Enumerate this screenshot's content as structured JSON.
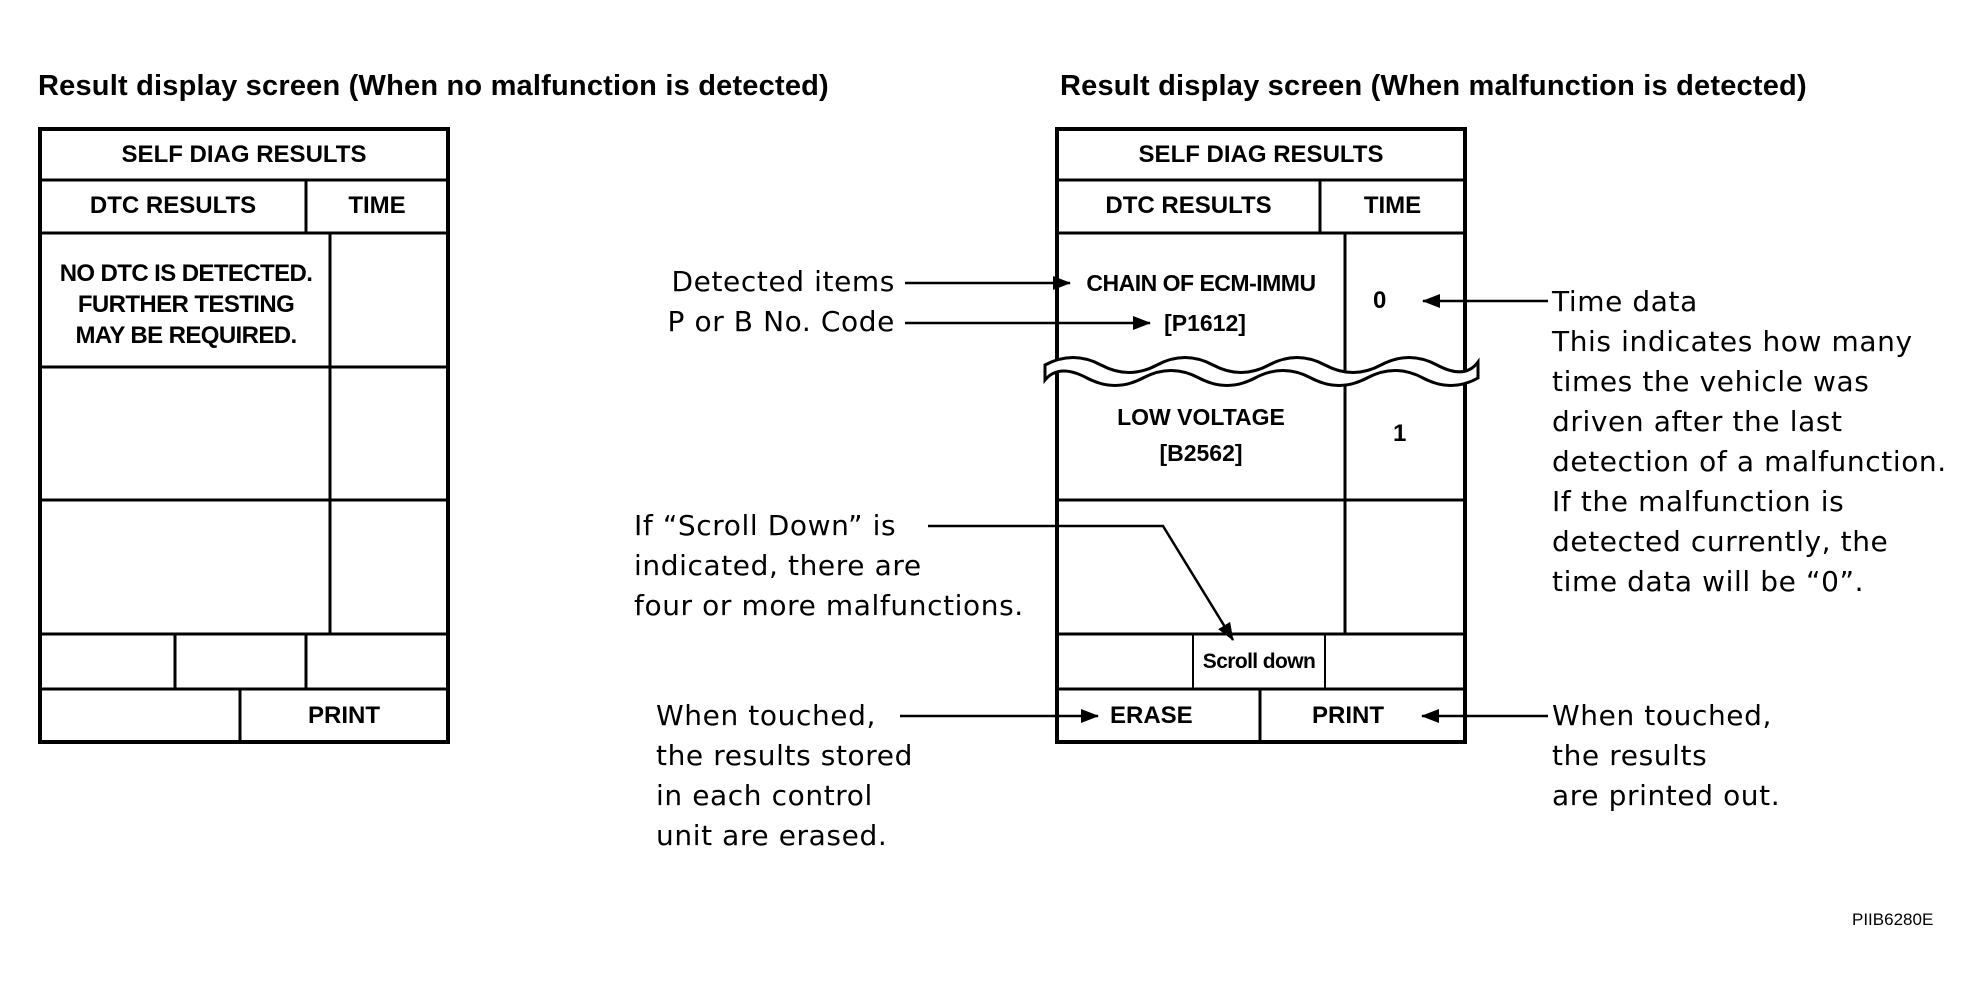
{
  "left_panel": {
    "heading": "Result display screen (When no malfunction is detected)",
    "title": "SELF DIAG RESULTS",
    "col_results": "DTC RESULTS",
    "col_time": "TIME",
    "message_lines": [
      "NO DTC IS DETECTED.",
      "FURTHER TESTING",
      "MAY BE REQUIRED."
    ],
    "print_label": "PRINT"
  },
  "right_panel": {
    "heading": "Result display screen (When malfunction is detected)",
    "title": "SELF DIAG RESULTS",
    "col_results": "DTC RESULTS",
    "col_time": "TIME",
    "row1_name": "CHAIN OF ECM-IMMU",
    "row1_code": "[P1612]",
    "row1_time": "0",
    "row2_name": "LOW VOLTAGE",
    "row2_code": "[B2562]",
    "row2_time": "1",
    "scroll_label": "Scroll down",
    "erase_label": "ERASE",
    "print_label": "PRINT"
  },
  "callouts": {
    "detected_items": "Detected items",
    "code_label": "P or B No. Code",
    "scroll_lines": [
      "If “Scroll Down” is",
      "indicated, there are",
      "four or more malfunctions."
    ],
    "erase_lines": [
      "When touched,",
      "the results stored",
      "in each control",
      "unit are erased."
    ],
    "time_lines": [
      "Time data",
      "This indicates how many",
      "times the vehicle was",
      "driven after the last",
      "detection of a malfunction.",
      "If the malfunction is",
      "detected currently, the",
      "time data will be “0”."
    ],
    "print_lines": [
      "When touched,",
      "the results",
      "are printed out."
    ]
  },
  "figure_code": "PIIB6280E"
}
